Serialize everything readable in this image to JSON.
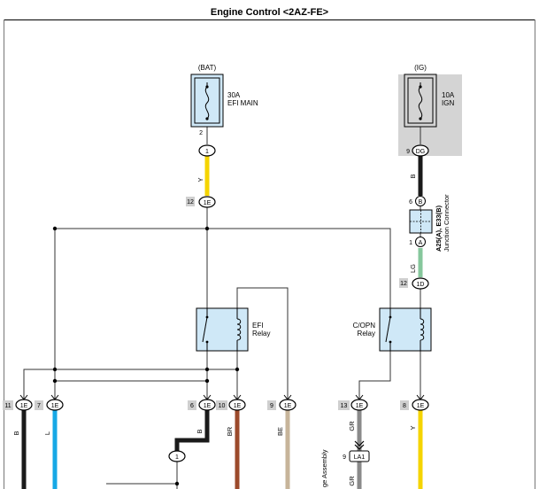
{
  "page": {
    "title": "Engine Control <2AZ-FE>"
  },
  "fuses": [
    {
      "id": "efi",
      "source": "(BAT)",
      "rating": "30A",
      "name": "EFI MAIN",
      "pin": "2",
      "connector": "1"
    },
    {
      "id": "ign",
      "source": "(IG)",
      "rating": "10A",
      "name": "IGN",
      "pin": "9",
      "connector": "DG"
    }
  ],
  "relays": [
    {
      "id": "efi",
      "label1": "EFI",
      "label2": "Relay"
    },
    {
      "id": "copn",
      "label1": "C/OPN",
      "label2": "Relay"
    }
  ],
  "junction": {
    "pin_top": "6",
    "conn_top": "B",
    "pin_bottom": "1",
    "conn_bottom": "A",
    "label1": "A25(A), E33(B)",
    "label2": "Junction Connector"
  },
  "wire_colors": {
    "B": "#1a1a1a",
    "Y": "#f5d400",
    "L": "#16a8e6",
    "LG": "#86c79c",
    "BR": "#9c4a2b",
    "BE": "#c7b49a",
    "GR": "#8a8a8a"
  },
  "wire_labels": [
    {
      "id": "y-top",
      "text": "Y"
    },
    {
      "id": "b-ign",
      "text": "B"
    },
    {
      "id": "lg",
      "text": "LG"
    },
    {
      "id": "b-11",
      "text": "B"
    },
    {
      "id": "l-7",
      "text": "L"
    },
    {
      "id": "b-6",
      "text": "B"
    },
    {
      "id": "br-10",
      "text": "BR"
    },
    {
      "id": "be-9",
      "text": "BE"
    },
    {
      "id": "gr-13",
      "text": "GR"
    },
    {
      "id": "y-8",
      "text": "Y"
    },
    {
      "id": "gr-la1",
      "text": "GR"
    }
  ],
  "connectors": [
    {
      "id": "c12-top",
      "pin": "12",
      "code": "1E"
    },
    {
      "id": "c12-1d",
      "pin": "12",
      "code": "1D"
    },
    {
      "id": "c11",
      "pin": "11",
      "code": "1E"
    },
    {
      "id": "c7",
      "pin": "7",
      "code": "1E"
    },
    {
      "id": "c6",
      "pin": "6",
      "code": "1E"
    },
    {
      "id": "c10",
      "pin": "10",
      "code": "1E"
    },
    {
      "id": "c9",
      "pin": "9",
      "code": "1E"
    },
    {
      "id": "c13",
      "pin": "13",
      "code": "1E"
    },
    {
      "id": "c8",
      "pin": "8",
      "code": "1E"
    }
  ],
  "small_connectors": [
    {
      "id": "splice-1",
      "code": "1"
    }
  ],
  "la1": {
    "pin": "9",
    "code": "LA1"
  },
  "partial_label": "ge Assembly"
}
